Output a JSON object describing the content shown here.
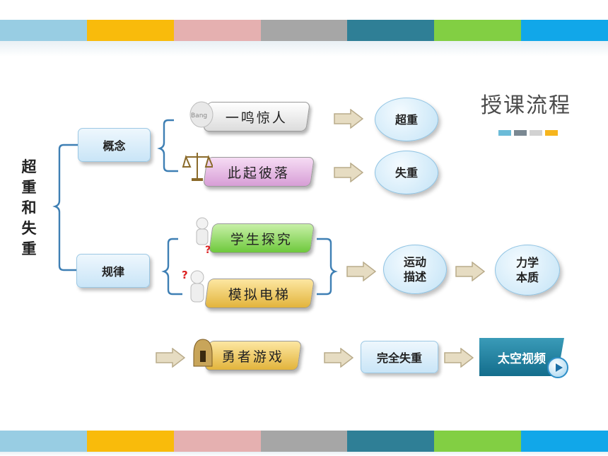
{
  "stripes": [
    "#98cde3",
    "#f9bb0b",
    "#e5b0b0",
    "#a6a6a6",
    "#2f7f96",
    "#82cf43",
    "#11a7e9"
  ],
  "title_chars": [
    "超",
    "重",
    "和",
    "失",
    "重"
  ],
  "heading": "授课流程",
  "swatches": [
    "#6bbbd8",
    "#7a8892",
    "#d2d2d2",
    "#f6b51d"
  ],
  "concept": "概念",
  "law": "规律",
  "pill_1": "一鸣惊人",
  "pill_1_sticker": "Bang",
  "pill_2": "此起彼落",
  "pill_3": "学生探究",
  "pill_4": "模拟电梯",
  "pill_5": "勇者游戏",
  "result_1": "超重",
  "result_2": "失重",
  "circle_1": [
    "运动",
    "描述"
  ],
  "circle_2": [
    "力学",
    "本质"
  ],
  "box_full": "完全失重",
  "box_space": "太空视频"
}
